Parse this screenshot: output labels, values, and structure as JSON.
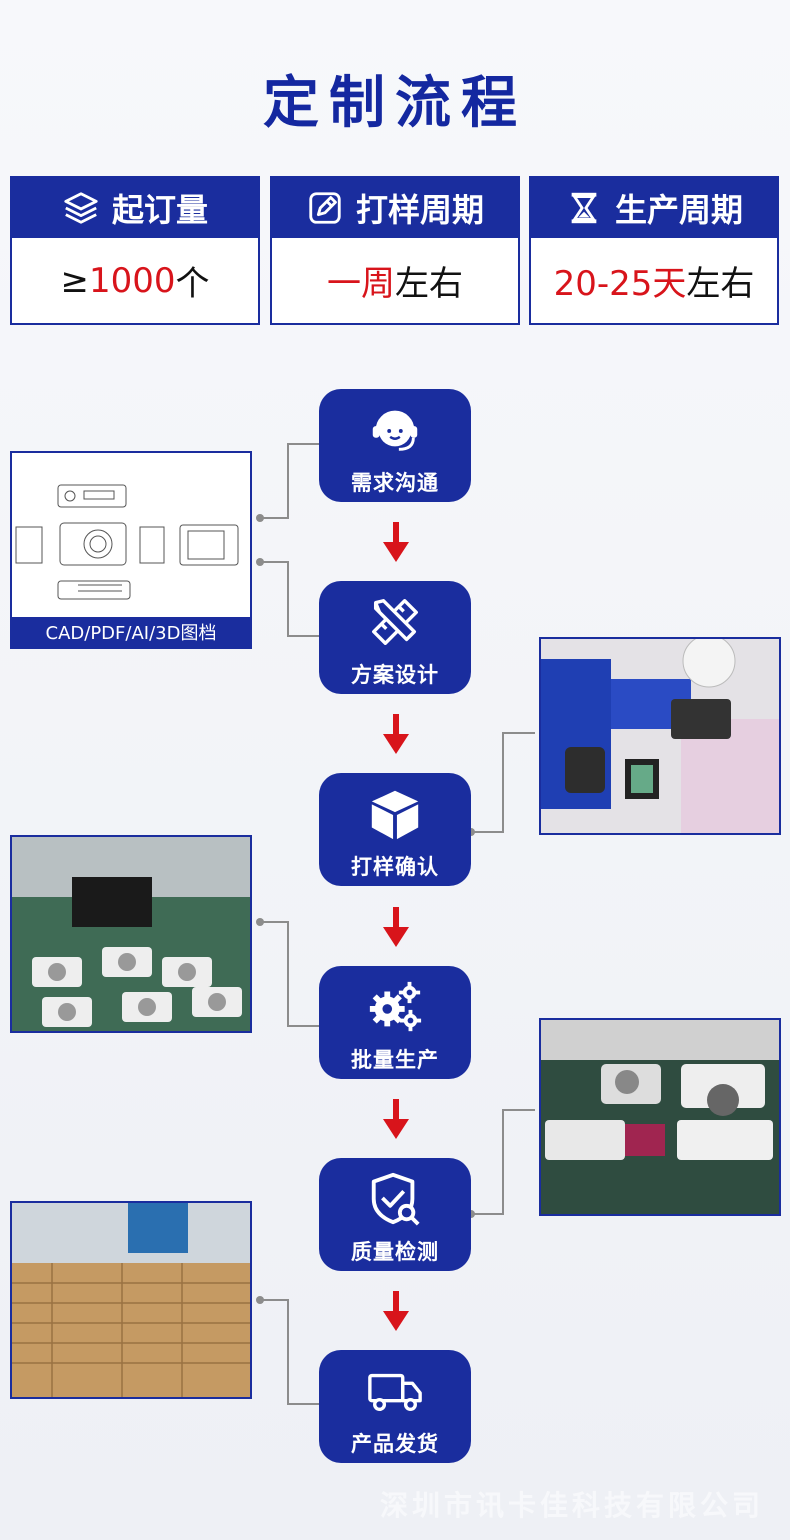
{
  "title": "定制流程",
  "cards": [
    {
      "icon": "layers-icon",
      "label": "起订量",
      "value_prefix": "≥",
      "value_red": "1000",
      "value_suffix": "个"
    },
    {
      "icon": "edit-icon",
      "label": "打样周期",
      "value_prefix": "",
      "value_red": "一周",
      "value_suffix": "左右"
    },
    {
      "icon": "hourglass-icon",
      "label": "生产周期",
      "value_prefix": "",
      "value_red": "20-25天",
      "value_suffix": "左右"
    }
  ],
  "steps": [
    {
      "label": "需求沟通",
      "icon": "headset-icon"
    },
    {
      "label": "方案设计",
      "icon": "ruler-pencil-icon"
    },
    {
      "label": "打样确认",
      "icon": "box-icon"
    },
    {
      "label": "批量生产",
      "icon": "gears-icon"
    },
    {
      "label": "质量检测",
      "icon": "shield-check-icon"
    },
    {
      "label": "产品发货",
      "icon": "truck-icon"
    }
  ],
  "cad_caption": "CAD/PDF/AI/3D图档",
  "watermark": "深圳市讯卡佳科技有限公司",
  "colors": {
    "brand_blue": "#1a2d9e",
    "accent_red": "#d8141b",
    "connector": "#8c8c8c"
  }
}
